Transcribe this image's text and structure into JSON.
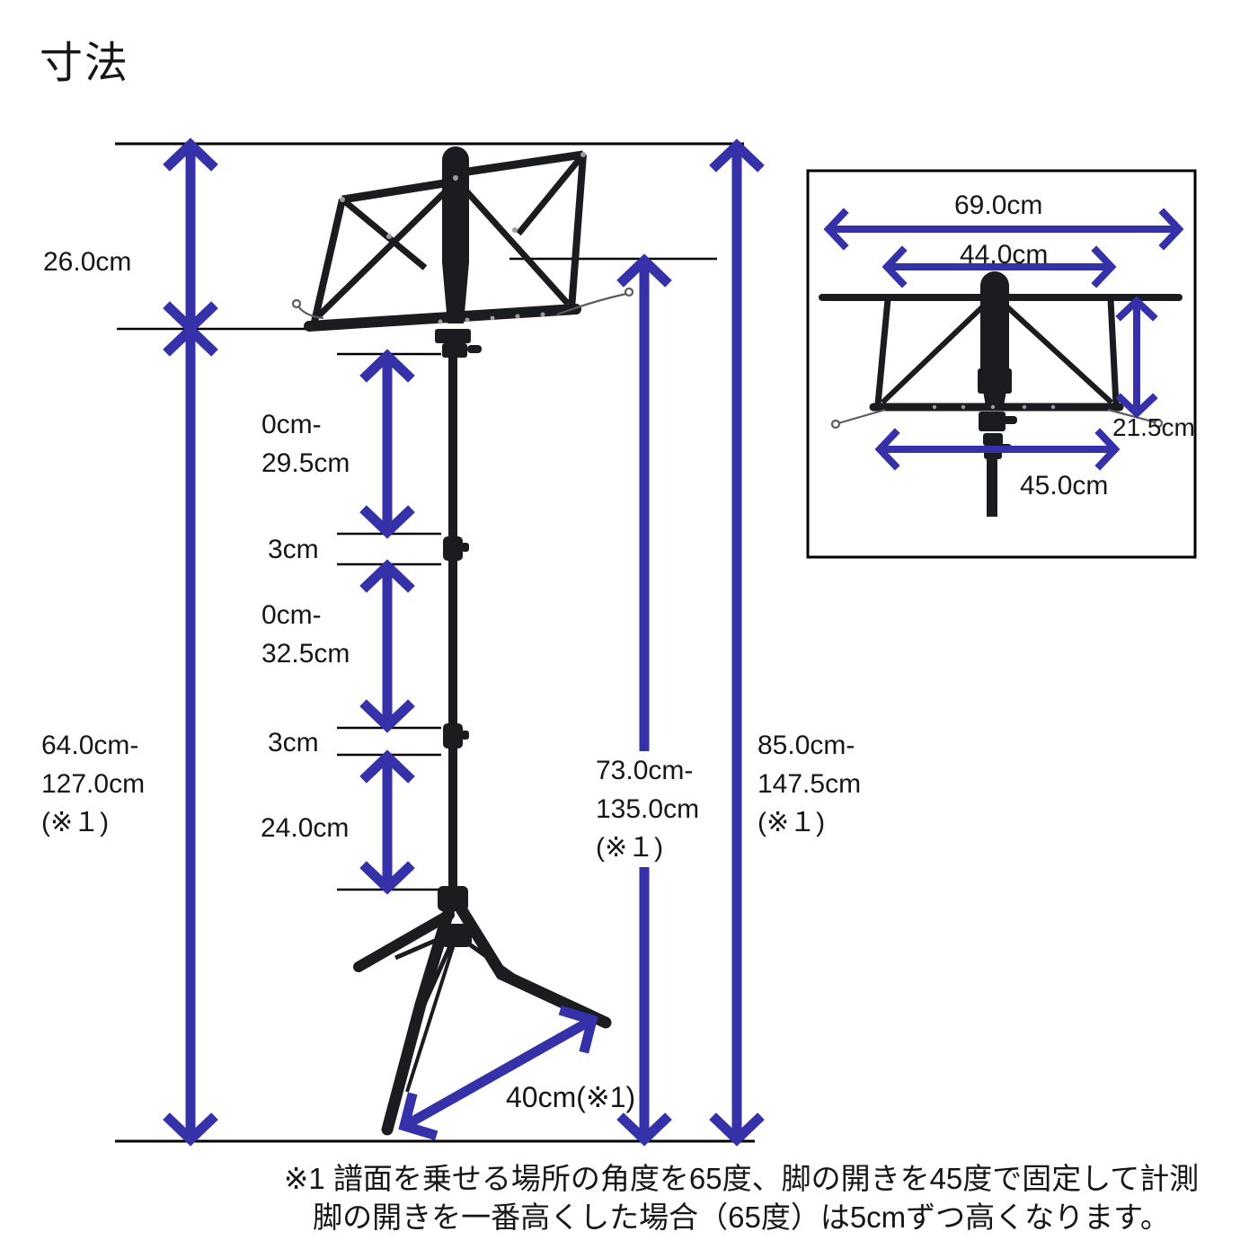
{
  "title": "寸法",
  "colors": {
    "arrow_blue": "#3531a8",
    "line_black": "#000000",
    "stand_dark": "#1b1c1f"
  },
  "front_view": {
    "desk_height": "26.0cm",
    "upper_tube_extension": "0cm-\n29.5cm",
    "upper_joint_gap": "3cm",
    "middle_tube_extension": "0cm-\n32.5cm",
    "lower_joint_gap": "3cm",
    "lower_tube_length": "24.0cm",
    "height_to_desk_bottom": "64.0cm-\n 127.0cm\n(※１)",
    "height_to_desk_center": "73.0cm-\n135.0cm\n(※１)",
    "overall_height": "85.0cm-\n 147.5cm\n(※１)",
    "leg_length": "40cm(※1)"
  },
  "top_inset": {
    "desk_outer_width": "69.0cm",
    "desk_inner_width": "44.0cm",
    "desk_folded_height": "21.5cm",
    "desk_lower_width": "45.0cm"
  },
  "footnote": "※1 譜面を乗せる場所の角度を65度、脚の開きを45度で固定して計測\n脚の開きを一番高くした場合（65度）は5cmずつ高くなります。"
}
